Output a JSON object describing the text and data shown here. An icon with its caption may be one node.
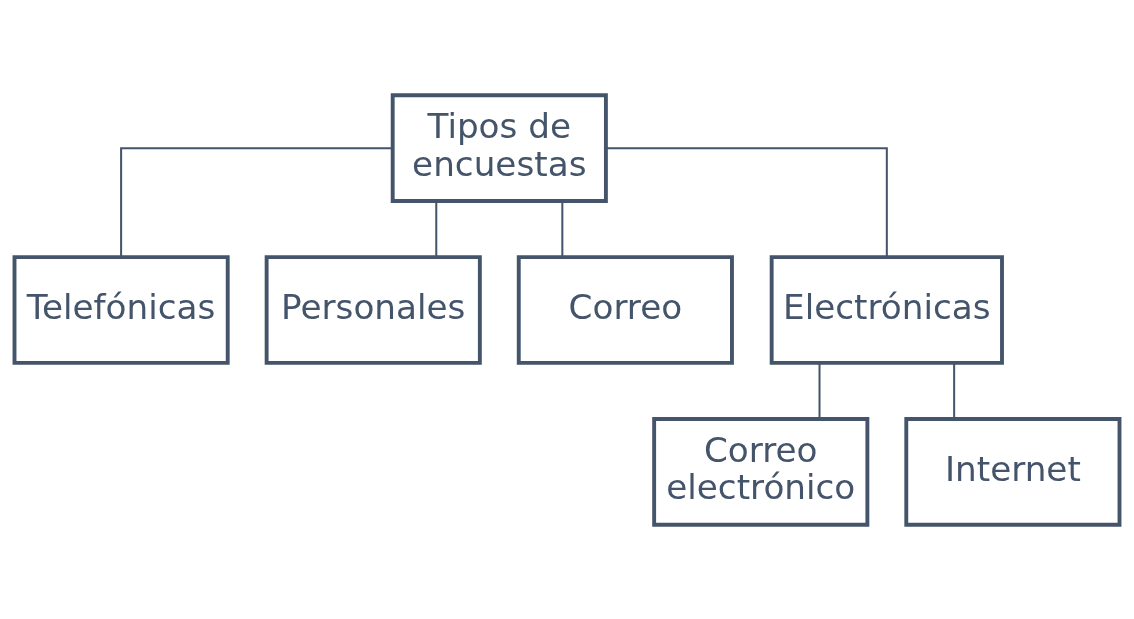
{
  "diagram": {
    "nodes": [
      {
        "text": [
          "Tipos de encuestas"
        ]
      },
      {
        "text": [
          "Telefónicas"
        ]
      },
      {
        "text": [
          "Personales"
        ]
      },
      {
        "text": [
          "Correo"
        ]
      },
      {
        "text": [
          "Electrónicas"
        ]
      },
      {
        "text": [
          "Correo electrónico"
        ]
      },
      {
        "text": [
          "Internet"
        ]
      }
    ],
    "edges": [
      {
        "from": 0,
        "to": 1,
        "arrow": "none"
      },
      {
        "from": 0,
        "to": 2,
        "arrow": "none"
      },
      {
        "from": 0,
        "to": 3,
        "arrow": "none"
      },
      {
        "from": 0,
        "to": 4,
        "arrow": "none"
      },
      {
        "from": 4,
        "to": 5,
        "arrow": "none"
      },
      {
        "from": 4,
        "to": 6,
        "arrow": "none"
      }
    ]
  }
}
